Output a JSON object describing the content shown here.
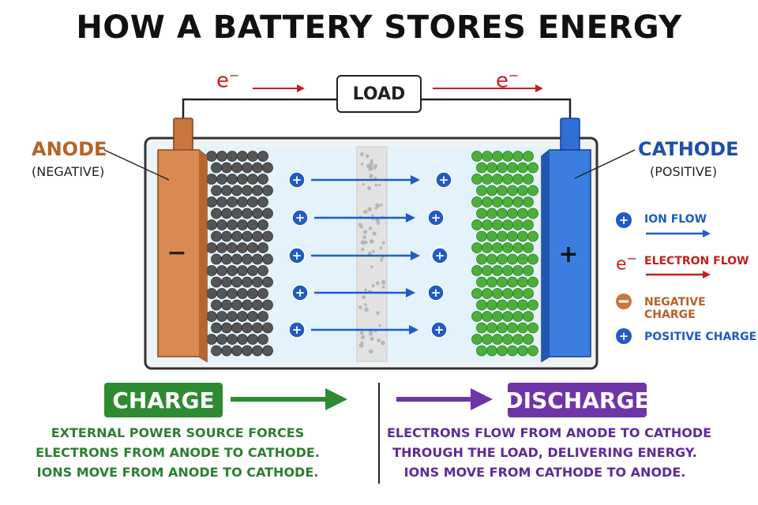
{
  "title": "HOW A BATTERY STORES ENERGY",
  "load_label": "LOAD",
  "electron_symbol": "e",
  "electron_superscript": "−",
  "anode": {
    "title": "ANODE",
    "subtitle": "(NEGATIVE)",
    "sign": "−"
  },
  "cathode": {
    "title": "CATHODE",
    "subtitle": "(POSITIVE)",
    "sign": "+"
  },
  "ion_symbol": "+",
  "legend": {
    "ion_flow": "ION FLOW",
    "electron_flow": "ELECTRON FLOW",
    "negative_charge": "NEGATIVE CHARGE",
    "positive_charge": "POSITIVE CHARGE"
  },
  "charge": {
    "label": "CHARGE",
    "lines": [
      "EXTERNAL POWER SOURCE FORCES",
      "ELECTRONS FROM ANODE TO CATHODE.",
      "IONS MOVE FROM ANODE TO CATHODE."
    ]
  },
  "discharge": {
    "label": "DISCHARGE",
    "lines": [
      "ELECTRONS FLOW FROM ANODE TO CATHODE",
      "THROUGH THE LOAD, DELIVERING ENERGY.",
      "IONS MOVE FROM CATHODE TO ANODE."
    ]
  },
  "colors": {
    "anode": "#c9763e",
    "cathode": "#2f6fd6",
    "anode_particles": "#555555",
    "cathode_particles": "#4caf3a",
    "ion": "#1f5bc4",
    "electron": "#c02020",
    "negative_charge": "#c9763e",
    "positive_charge": "#1f5bc4",
    "charge": "#2e8b32",
    "discharge": "#6f35a8"
  }
}
